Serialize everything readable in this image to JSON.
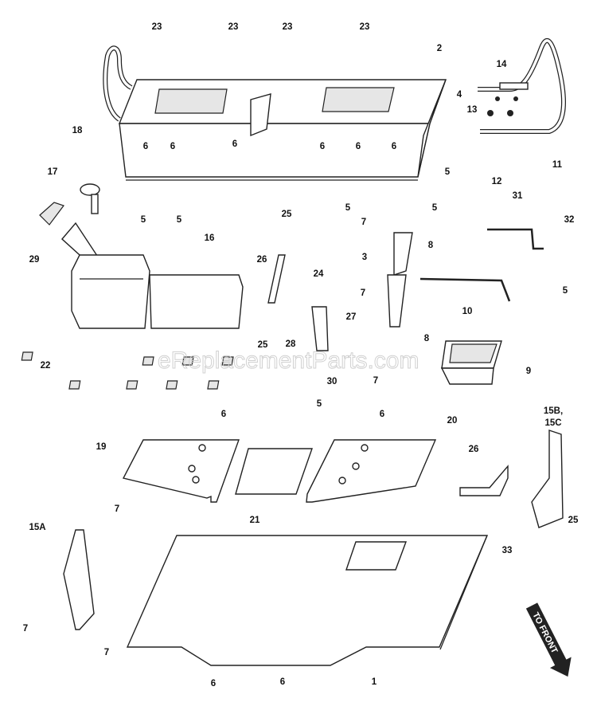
{
  "diagram": {
    "watermark": "eReplacementParts.com",
    "direction_label": "TO FRONT",
    "callouts": [
      "23",
      "23",
      "23",
      "23",
      "2",
      "14",
      "13",
      "4",
      "11",
      "12",
      "6",
      "6",
      "6",
      "6",
      "6",
      "6",
      "5",
      "18",
      "17",
      "5",
      "5",
      "5",
      "5",
      "7",
      "31",
      "32",
      "29",
      "16",
      "25",
      "26",
      "24",
      "3",
      "8",
      "7",
      "10",
      "8",
      "5",
      "27",
      "25",
      "28",
      "22",
      "30",
      "7",
      "5",
      "9",
      "6",
      "6",
      "20",
      "19",
      "26",
      "15B,",
      "15C",
      "21",
      "33",
      "25",
      "15A",
      "7",
      "7",
      "7",
      "6",
      "6",
      "1"
    ]
  }
}
